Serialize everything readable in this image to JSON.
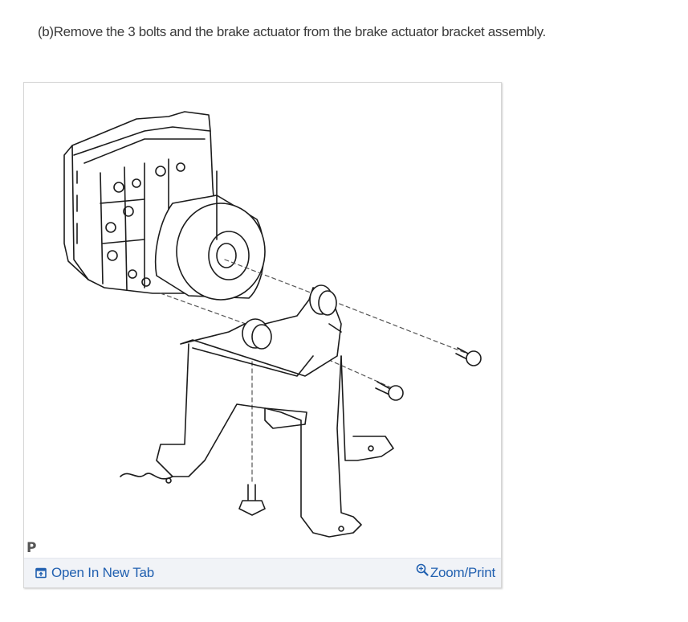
{
  "instruction": {
    "text": "(b)Remove the 3 bolts and the brake actuator from the brake actuator bracket assembly."
  },
  "figure": {
    "alt": "Brake actuator assembly exploded view with bracket and 3 bolts",
    "code_label": "P",
    "footer": {
      "open_new_tab": {
        "label": "Open In New Tab",
        "icon": "open-new-tab-icon"
      },
      "zoom_print": {
        "label": "Zoom/Print",
        "icon": "zoom-in-icon"
      }
    }
  },
  "colors": {
    "link": "#2160b0",
    "footer_bg": "#f1f3f7",
    "border": "#d6d6d6",
    "text": "#3a3a3a"
  }
}
